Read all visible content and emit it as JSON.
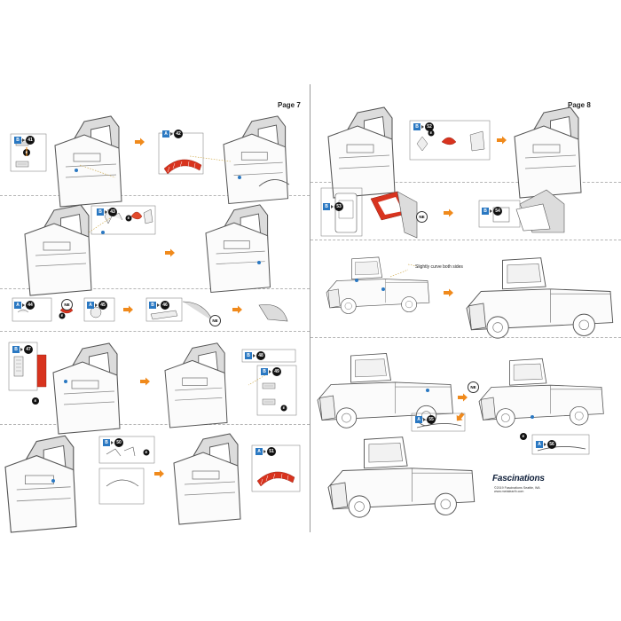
{
  "pages": [
    {
      "label": "Page 7"
    },
    {
      "label": "Page 8"
    }
  ],
  "callouts": [
    {
      "letter": "B",
      "number": "41"
    },
    {
      "letter": "A",
      "number": "42"
    },
    {
      "letter": "B",
      "number": "43"
    },
    {
      "letter": "A",
      "number": "44"
    },
    {
      "letter": "A",
      "number": "45"
    },
    {
      "letter": "B",
      "number": "46"
    },
    {
      "letter": "B",
      "number": "47"
    },
    {
      "letter": "B",
      "number": "48"
    },
    {
      "letter": "B",
      "number": "49"
    },
    {
      "letter": "B",
      "number": "50"
    },
    {
      "letter": "A",
      "number": "51"
    },
    {
      "letter": "B",
      "number": "52"
    },
    {
      "letter": "B",
      "number": "53"
    },
    {
      "letter": "B",
      "number": "54"
    },
    {
      "letter": "A",
      "number": "55"
    },
    {
      "letter": "A",
      "number": "56"
    }
  ],
  "markers": {
    "tool": "E",
    "direction": "NE"
  },
  "notes": {
    "curve": "Slightly curve both sides"
  },
  "branding": {
    "logo": "Fascinations",
    "copyright": "©2019 Fascinations Seattle, WA",
    "website": "www.metalearth.com"
  },
  "colors": {
    "part_blue": "#2a78c2",
    "arrow_orange": "#f08a1c",
    "highlight_red": "#d8331e",
    "panel_gray": "#d9d9d9"
  }
}
